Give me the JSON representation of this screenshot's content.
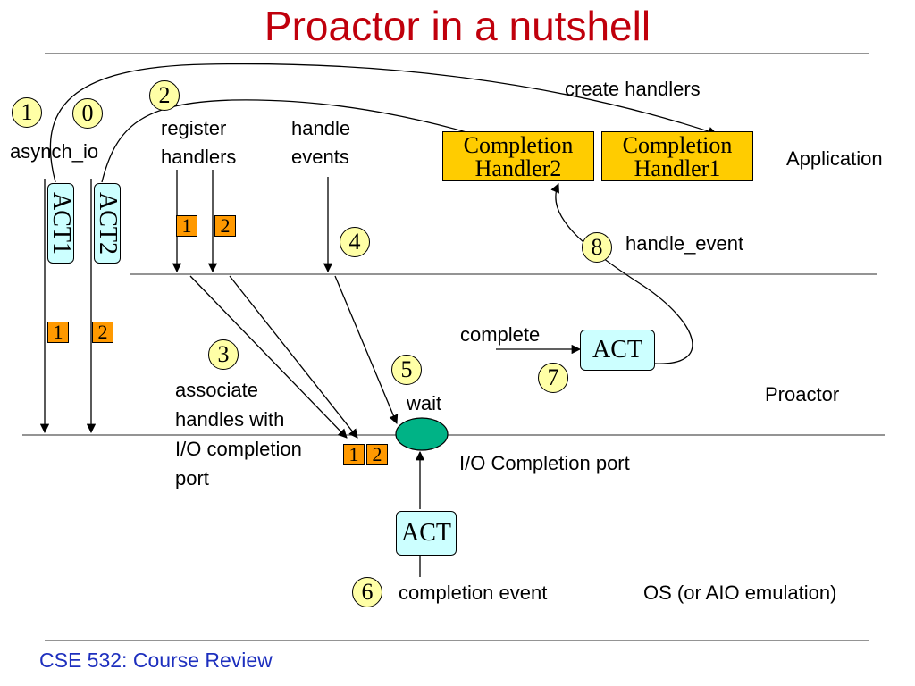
{
  "title": "Proactor in a nutshell",
  "footer": "CSE 532: Course Review",
  "layers": {
    "application": "Application",
    "proactor": "Proactor",
    "io_port": "I/O Completion port",
    "os": "OS (or AIO emulation)"
  },
  "labels": {
    "asynch_io": "asynch_io",
    "register": "register handlers",
    "handle_events": "handle events",
    "create": "create handlers",
    "handle_event": "handle_event",
    "complete": "complete",
    "associate": "associate handles with I/O completion port",
    "wait": "wait",
    "completion_event": "completion event"
  },
  "steps": [
    "0",
    "1",
    "2",
    "3",
    "4",
    "5",
    "6",
    "7",
    "8"
  ],
  "handlers": {
    "h2_line1": "Completion",
    "h2_line2": "Handler2",
    "h1_line1": "Completion",
    "h1_line2": "Handler1"
  },
  "acts": {
    "act1": "ACT1",
    "act2": "ACT2",
    "act_proactor": "ACT",
    "act_os": "ACT"
  },
  "tags": [
    "1",
    "2"
  ],
  "colors": {
    "title": "#c0000c",
    "footer": "#1d2fbe",
    "step_circle": "#ffffa6",
    "tag": "#ff9900",
    "handler": "#ffcc00",
    "act": "#ccffff",
    "port_oval": "#00b386"
  }
}
